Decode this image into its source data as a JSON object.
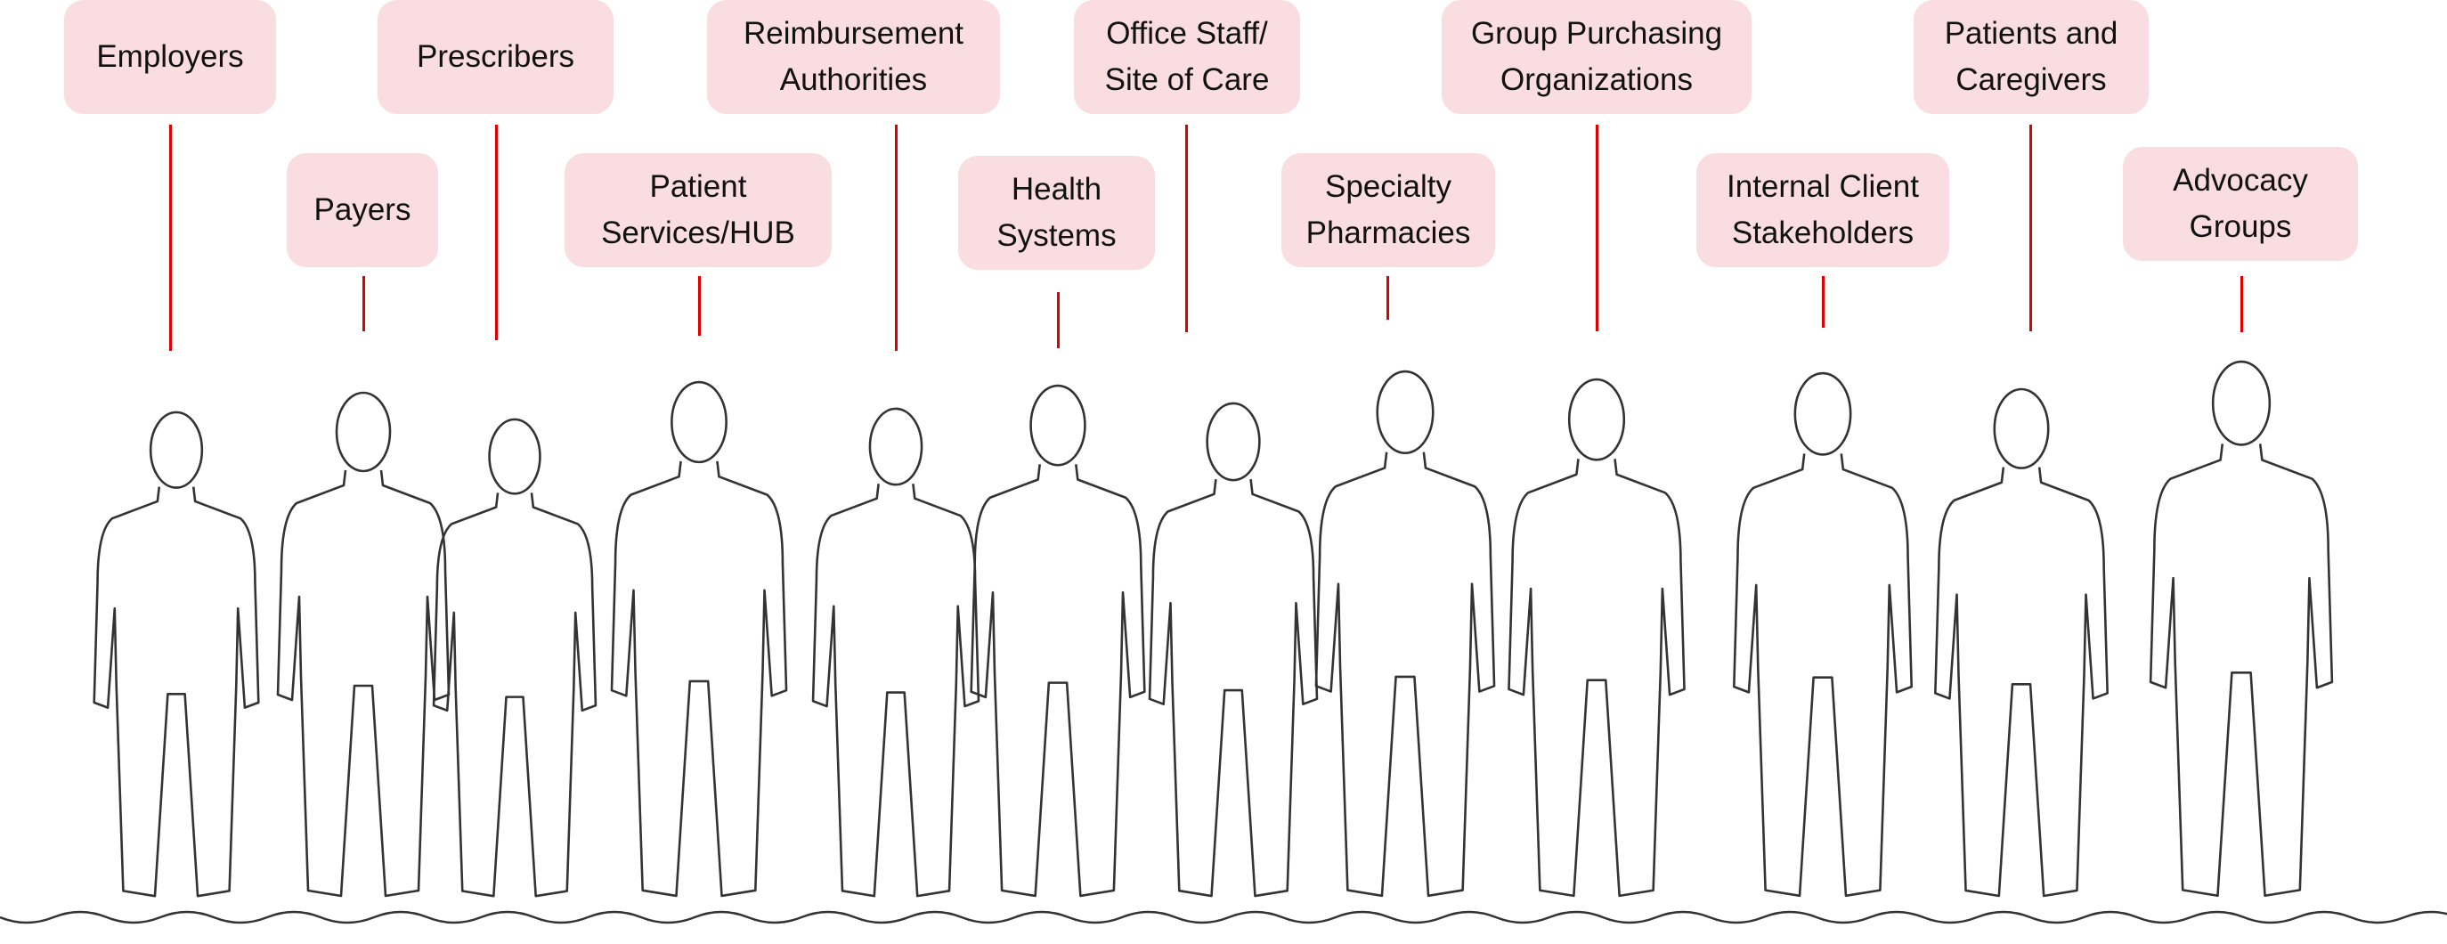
{
  "stakeholders": [
    {
      "label": "Employers"
    },
    {
      "label": "Payers"
    },
    {
      "label": "Prescribers"
    },
    {
      "label": "Patient\nServices/HUB"
    },
    {
      "label": "Reimbursement\nAuthorities"
    },
    {
      "label": "Health\nSystems"
    },
    {
      "label": "Office Staff/\nSite of Care"
    },
    {
      "label": "Specialty\nPharmacies"
    },
    {
      "label": "Group Purchasing\nOrganizations"
    },
    {
      "label": "Internal Client\nStakeholders"
    },
    {
      "label": "Patients and\nCaregivers"
    },
    {
      "label": "Advocacy\nGroups"
    }
  ],
  "colors": {
    "box": "#fadde0",
    "connector": "#e00000",
    "outline": "#333333"
  }
}
